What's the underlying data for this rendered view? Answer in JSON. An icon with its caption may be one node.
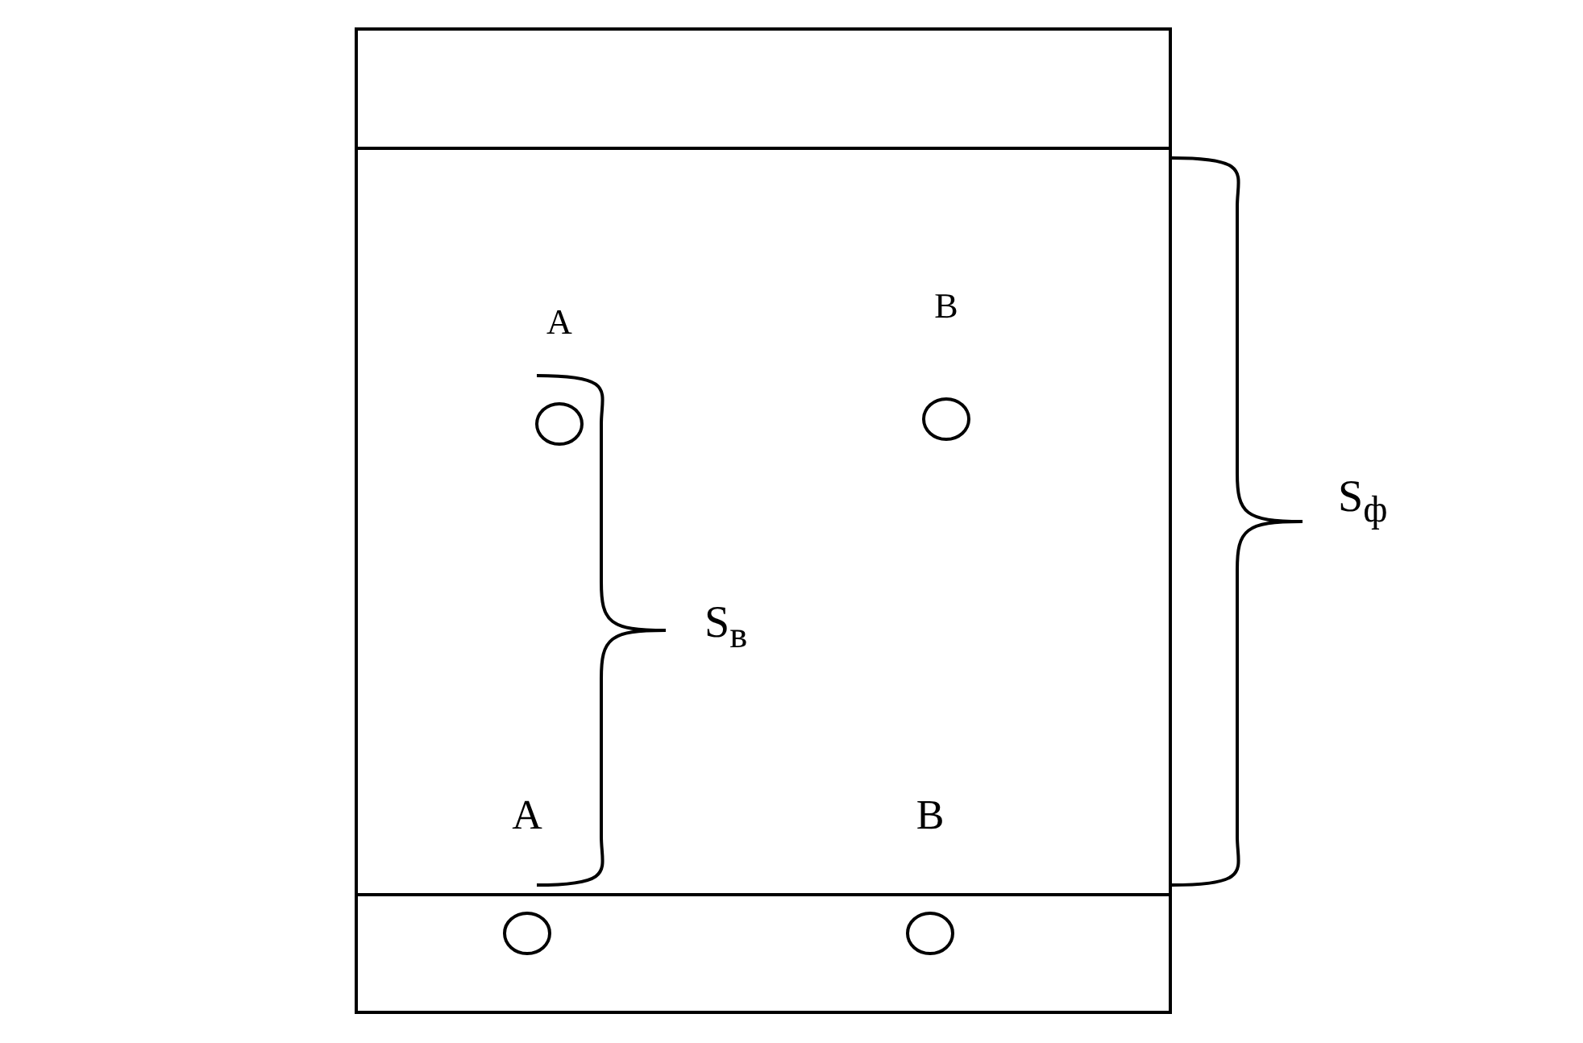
{
  "diagram": {
    "nodes": [
      {
        "text": [],
        "shape": "box"
      },
      {
        "text": [
          "A"
        ],
        "in": 0
      },
      {
        "text": [
          "B"
        ],
        "in": 0
      },
      {
        "text": [
          "A"
        ],
        "in": 0
      },
      {
        "text": [
          "B"
        ],
        "in": 0
      }
    ],
    "labels": [
      "S$_{в}$",
      "S$_{ф}$"
    ]
  }
}
